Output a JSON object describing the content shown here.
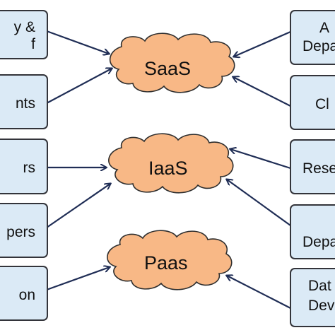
{
  "clouds": {
    "saas": "SaaS",
    "iaas": "IaaS",
    "paas": "Paas"
  },
  "left_boxes": [
    {
      "line1": "y &",
      "line2": "f"
    },
    {
      "line1": "nts",
      "line2": ""
    },
    {
      "line1": "rs",
      "line2": ""
    },
    {
      "line1": "pers",
      "line2": ""
    },
    {
      "line1": "on",
      "line2": ""
    }
  ],
  "right_boxes": [
    {
      "line1": "A",
      "line2": "Depa"
    },
    {
      "line1": "Cl",
      "line2": ""
    },
    {
      "line1": "Rese",
      "line2": ""
    },
    {
      "line1": "",
      "line2": "Depa"
    },
    {
      "line1": "Dat",
      "line2": "Dev"
    }
  ],
  "colors": {
    "box_fill": "#dbeaf6",
    "box_border": "#33343a",
    "cloud_fill": "#f8b886",
    "cloud_border": "#2e2e2e",
    "arrow": "#1f2d55"
  }
}
